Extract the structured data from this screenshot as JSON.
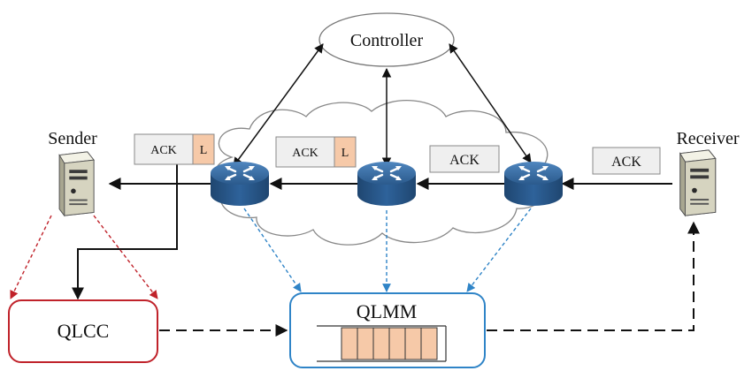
{
  "nodes": {
    "controller": "Controller",
    "sender": "Sender",
    "receiver": "Receiver",
    "qlcc": "QLCC",
    "qlmm": "QLMM"
  },
  "packets": {
    "ack_l_1": {
      "ack": "ACK",
      "flag": "L"
    },
    "ack_l_2": {
      "ack": "ACK",
      "flag": "L"
    },
    "ack_3": "ACK",
    "ack_4": "ACK"
  },
  "icons": {
    "router": "router-icon",
    "server": "server-icon",
    "cloud": "network-cloud",
    "queue": "queue-icon"
  },
  "colors": {
    "router_fill": "#2b5a8c",
    "qlcc_border": "#c0222a",
    "qlmm_border": "#2f84c7",
    "flag_fill": "#f6c9a8",
    "queue_fill": "#f6c9a8",
    "ack_box_fill": "#efefef",
    "red_dotted": "#c0222a",
    "blue_dotted": "#2f84c7"
  }
}
